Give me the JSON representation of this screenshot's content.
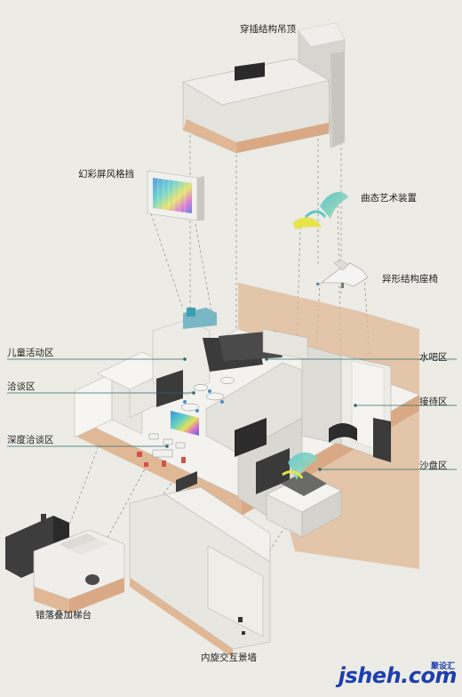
{
  "labels": {
    "ceiling": "穿插结构吊顶",
    "screen": "幻彩屏风格挡",
    "art": "曲态艺术装置",
    "chair": "异形结构座椅",
    "kids": "儿童活动区",
    "water_bar": "水吧区",
    "negotiation": "洽谈区",
    "reception": "接待区",
    "deep_negotiation": "深度洽谈区",
    "sand_table": "沙盘区",
    "stairs": "错落叠加梯台",
    "wall": "内旋交互景墙"
  },
  "watermark": {
    "brand": "jsheh.com",
    "sub": "聚设汇"
  },
  "colors": {
    "background": "#ecebe5",
    "wall_light": "#e4e3de",
    "wall_mid": "#cfceca",
    "wall_dark": "#a9a8a4",
    "wood": "#e0b896",
    "wood_dark": "#c98f66",
    "leader": "#2d6b6b",
    "dark_panel": "#3b3b3b",
    "accent_cyan": "#5cc6c8",
    "accent_yellow": "#e6e44a"
  }
}
